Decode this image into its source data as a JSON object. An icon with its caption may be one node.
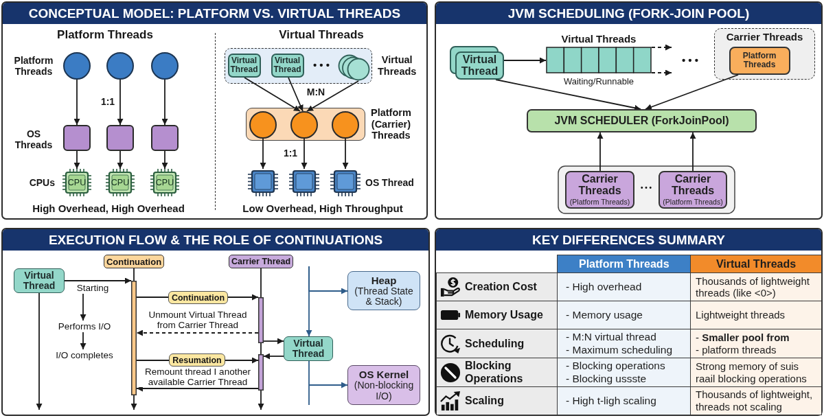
{
  "diagram": {
    "nodes": [
      {
        "text": [
          "CONCEPTUAL MODEL: PLATFORM VS. VIRTUAL THREADS"
        ]
      },
      {
        "text": [],
        "shape": "circle",
        "in": 0
      },
      {
        "text": [],
        "shape": "circle",
        "in": 0
      },
      {
        "text": [],
        "shape": "circle",
        "in": 0
      },
      {
        "text": [],
        "shape": "box",
        "in": 0
      },
      {
        "text": [],
        "shape": "box",
        "in": 0
      },
      {
        "text": [],
        "shape": "box",
        "in": 0
      },
      {
        "text": [
          "CPU"
        ],
        "in": 0
      },
      {
        "text": [
          "CPU"
        ],
        "in": 0
      },
      {
        "text": [
          "CPU"
        ],
        "in": 0
      },
      {
        "text": [
          "Virtual Threads"
        ],
        "in": 0
      },
      {
        "text": [
          "Virtual Thread"
        ],
        "in": 10
      },
      {
        "text": [
          "Virtual Thread"
        ],
        "in": 10
      },
      {
        "text": [],
        "shape": "circle",
        "in": 10
      },
      {
        "text": [
          "Platform (Carrier) Threads"
        ],
        "in": 0
      },
      {
        "text": [],
        "shape": "circle",
        "in": 14
      },
      {
        "text": [],
        "shape": "circle",
        "in": 14
      },
      {
        "text": [],
        "shape": "circle",
        "in": 14
      },
      {
        "text": [],
        "shape": "box",
        "in": 0
      },
      {
        "text": [],
        "shape": "box",
        "in": 0
      },
      {
        "text": [],
        "shape": "box",
        "in": 0
      },
      {
        "text": [
          "JVM SCHEDULING (FORK-JOIN POOL)"
        ]
      },
      {
        "text": [
          "Virtual Thread"
        ],
        "in": 21
      },
      {
        "text": [
          "Virtual Threads"
        ],
        "beside": [
          "Waiting/Runnable"
        ],
        "in": 21
      },
      {
        "text": [
          "Carrier Threads"
        ],
        "in": 21
      },
      {
        "text": [
          "Platform Threads"
        ],
        "in": 24
      },
      {
        "text": [
          "JVM SCHEDULER (ForkJoinPool)"
        ],
        "in": 21
      },
      {
        "text": [],
        "shape": "box",
        "in": 21
      },
      {
        "text": [
          "Carrier Threads",
          "(Platform Threads)"
        ],
        "in": 27
      },
      {
        "text": [
          "Carrier Threads",
          "(Platform Threads)"
        ],
        "in": 27
      },
      {
        "text": [
          "EXECUTION FLOW & THE ROLE OF CONTINUATIONS"
        ]
      },
      {
        "text": [
          "Continuation"
        ],
        "in": 30
      },
      {
        "text": [
          "Carrier Thread"
        ],
        "in": 30
      },
      {
        "text": [
          "Virtual Thread"
        ],
        "in": 30
      },
      {
        "text": [],
        "shape": "bar",
        "in": 30
      },
      {
        "text": [
          "Starting"
        ],
        "in": 30
      },
      {
        "text": [
          "Heap",
          "(Thread State & Stack)"
        ],
        "in": 30
      },
      {
        "text": [],
        "shape": "bar",
        "in": 30
      },
      {
        "text": [
          "Performs I/O"
        ],
        "in": 30
      },
      {
        "text": [
          "Virtual Thread"
        ],
        "in": 30
      },
      {
        "text": [],
        "shape": "bar",
        "in": 30
      },
      {
        "text": [
          "I/O completes"
        ],
        "in": 30
      },
      {
        "text": [
          "OS Kernel",
          "(Non-blocking I/O)"
        ],
        "in": 30
      },
      {
        "text": [
          "KEY DIFFERENCES SUMMARY"
        ]
      }
    ],
    "edges": [
      {
        "from": 1,
        "to": 4,
        "arrow": "to"
      },
      {
        "from": 2,
        "to": 5,
        "arrow": "to"
      },
      {
        "from": 3,
        "to": 6,
        "arrow": "to"
      },
      {
        "from": 4,
        "to": 7,
        "arrow": "to"
      },
      {
        "from": 5,
        "to": 8,
        "arrow": "to"
      },
      {
        "from": 6,
        "to": 9,
        "arrow": "to"
      },
      {
        "from": 11,
        "to": 16,
        "arrow": "to"
      },
      {
        "from": 12,
        "to": 16,
        "arrow": "to"
      },
      {
        "from": 13,
        "to": 16,
        "arrow": "to"
      },
      {
        "from": 15,
        "to": 18,
        "arrow": "to"
      },
      {
        "from": 16,
        "to": 19,
        "arrow": "to"
      },
      {
        "from": 17,
        "to": 20,
        "arrow": "to"
      },
      {
        "from": 22,
        "to": 23,
        "arrow": "to"
      },
      {
        "from": 23,
        "to": null,
        "arrow": "to",
        "style": "dashed"
      },
      {
        "from": 23,
        "to": null,
        "arrow": "to",
        "style": "dashed"
      },
      {
        "from": 22,
        "to": 26,
        "arrow": "to"
      },
      {
        "from": 25,
        "to": 26,
        "arrow": "to"
      },
      {
        "from": 28,
        "to": 26,
        "arrow": "to"
      },
      {
        "from": 29,
        "to": 26,
        "arrow": "to"
      },
      {
        "from": 33,
        "to": 34,
        "arrow": "to"
      },
      {
        "from": 33,
        "to": null,
        "arrow": "to"
      },
      {
        "from": 35,
        "to": 38,
        "arrow": "to"
      },
      {
        "from": 38,
        "to": 41,
        "arrow": "to"
      },
      {
        "from": 31,
        "to": 34,
        "arrow": "none"
      },
      {
        "from": 34,
        "to": null,
        "arrow": "to"
      },
      {
        "from": 32,
        "to": 37,
        "arrow": "none"
      },
      {
        "from": 37,
        "to": 40,
        "arrow": "none"
      },
      {
        "from": 40,
        "to": null,
        "arrow": "to"
      },
      {
        "from": 34,
        "to": 37,
        "arrow": "to",
        "label": "Continuation"
      },
      {
        "from": 37,
        "to": 34,
        "arrow": "to",
        "label": "Unmount Virtual Thread from Carrier Thread",
        "style": "dashed"
      },
      {
        "from": 37,
        "to": 39,
        "arrow": "to"
      },
      {
        "from": 39,
        "to": 40,
        "arrow": "to"
      },
      {
        "from": 34,
        "to": 40,
        "arrow": "to",
        "label": "Resumation"
      },
      {
        "from": 40,
        "to": 34,
        "arrow": "to",
        "label": "Remount thread I another available Carrier Thread"
      },
      {
        "from": null,
        "to": 36,
        "arrow": "to",
        "color": "#2e5c8a"
      },
      {
        "from": null,
        "to": 39,
        "arrow": "to",
        "color": "#2e5c8a"
      },
      {
        "from": 39,
        "to": 42,
        "arrow": "to",
        "color": "#2e5c8a"
      }
    ],
    "labels": [
      "Platform Threads",
      "Virtual Threads",
      "Platform Threads",
      "• • •",
      "M:N",
      "1:1",
      "OS Threads",
      "1:1",
      "CPUs",
      "OS Thread",
      "High Overhead, High Overhead",
      "Low Overhead, High Throughput",
      "• • •",
      "• • •",
      "Platform Threads",
      "Virtual Threads",
      "Creation Cost",
      "- High overhead",
      "Thousands of lightweight threads (like <0>)",
      "Memory Usage",
      "- Memory usage",
      "Lightweight threads",
      "Scheduling",
      "- M:N virtual thread",
      "- Maximum scheduling",
      "- **Smaller pool from**",
      "- platform threads",
      "Blocking Operations",
      "- Blocking operations",
      "- Blocking ussste",
      "Strong memory of suis raail blocking operations",
      "Scaling",
      "- High t-ligh scaling",
      "Thousands of lightweight, threads not scaling"
    ]
  }
}
